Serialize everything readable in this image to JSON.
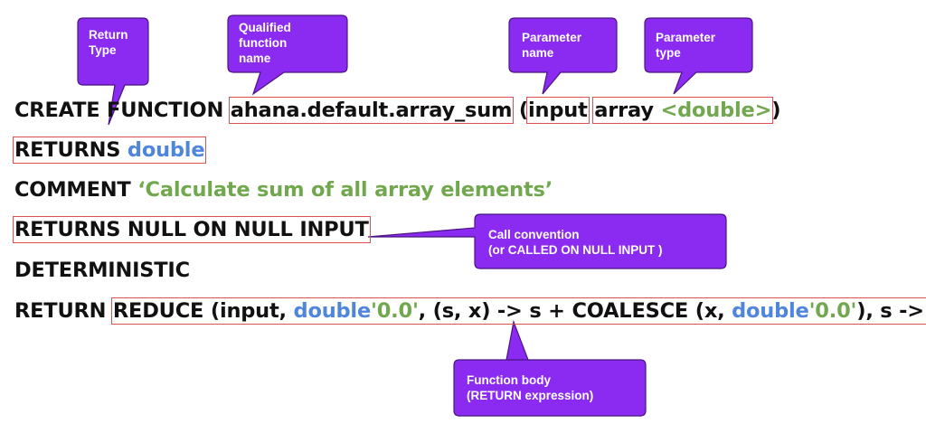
{
  "colors": {
    "callout_fill": "#8b2bf2",
    "callout_stroke": "#4a1480",
    "box_outline": "#e05050",
    "keyword_blue": "#4f86dc",
    "string_green": "#71a84e",
    "text": "#111111"
  },
  "code": {
    "line1": {
      "create": "CREATE FUNCTION ",
      "qualified_name": "ahana.default.array_sum",
      "open_paren": "(",
      "param_name": "input",
      "param_type_prefix": "array ",
      "param_type_generic": "<double>",
      "close": ")"
    },
    "line2": {
      "returns": "RETURNS ",
      "type": "double"
    },
    "line3": {
      "comment_kw": "COMMENT ",
      "comment_text": "‘Calculate sum of all array elements’"
    },
    "line4": {
      "convention": "RETURNS NULL ON NULL INPUT"
    },
    "line5": {
      "deterministic": "DETERMINISTIC"
    },
    "line6": {
      "return_kw": "RETURN ",
      "body_1": "REDUCE (input, ",
      "double_1": "double",
      "literal_1": "'0.0'",
      "body_2": ", (s, x) -> s + COALESCE (x, ",
      "double_2": "double",
      "literal_2": "'0.0'",
      "body_3": "), s -> s)",
      "semicolon": ";"
    }
  },
  "callouts": {
    "return_type": {
      "line1": "Return",
      "line2": "Type"
    },
    "qualified_name": {
      "line1": "Qualified",
      "line2": "function",
      "line3": "name"
    },
    "param_name": {
      "line1": "Parameter",
      "line2": "name"
    },
    "param_type": {
      "line1": "Parameter",
      "line2": "type"
    },
    "call_convention": {
      "line1": "Call convention",
      "line2": "(or CALLED ON NULL INPUT )"
    },
    "function_body": {
      "line1": "Function body",
      "line2": "(RETURN expression)"
    }
  }
}
